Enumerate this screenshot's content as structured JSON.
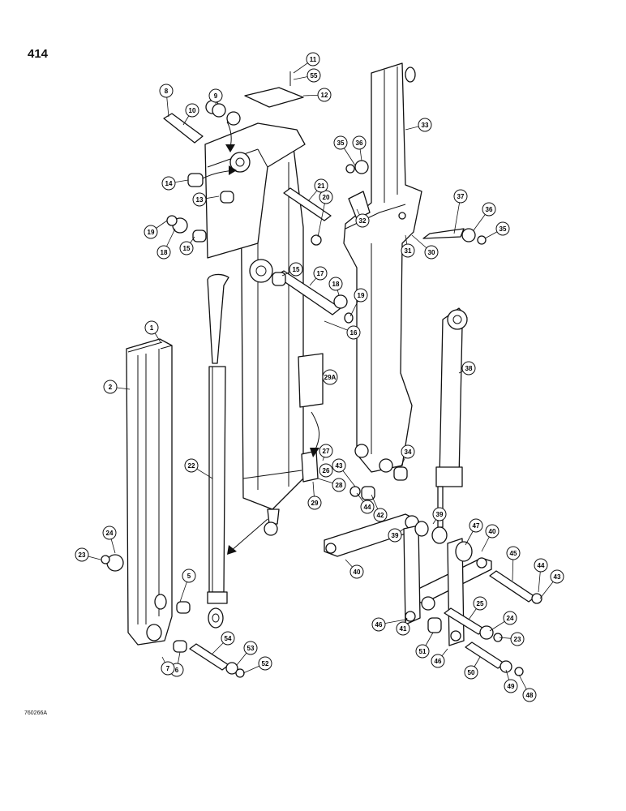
{
  "page_number": "414",
  "drawing_code": "760266A",
  "callouts": [
    {
      "label": "1"
    },
    {
      "label": "2"
    },
    {
      "label": "5"
    },
    {
      "label": "6"
    },
    {
      "label": "7"
    },
    {
      "label": "8"
    },
    {
      "label": "9"
    },
    {
      "label": "10"
    },
    {
      "label": "11"
    },
    {
      "label": "55"
    },
    {
      "label": "12"
    },
    {
      "label": "13"
    },
    {
      "label": "14"
    },
    {
      "label": "15"
    },
    {
      "label": "15"
    },
    {
      "label": "16"
    },
    {
      "label": "17"
    },
    {
      "label": "18"
    },
    {
      "label": "18"
    },
    {
      "label": "19"
    },
    {
      "label": "19"
    },
    {
      "label": "20"
    },
    {
      "label": "21"
    },
    {
      "label": "22"
    },
    {
      "label": "23"
    },
    {
      "label": "23"
    },
    {
      "label": "24"
    },
    {
      "label": "24"
    },
    {
      "label": "25"
    },
    {
      "label": "26"
    },
    {
      "label": "27"
    },
    {
      "label": "28"
    },
    {
      "label": "29"
    },
    {
      "label": "29A"
    },
    {
      "label": "30"
    },
    {
      "label": "31"
    },
    {
      "label": "32"
    },
    {
      "label": "33"
    },
    {
      "label": "34"
    },
    {
      "label": "35"
    },
    {
      "label": "35"
    },
    {
      "label": "36"
    },
    {
      "label": "36"
    },
    {
      "label": "37"
    },
    {
      "label": "38"
    },
    {
      "label": "39"
    },
    {
      "label": "39"
    },
    {
      "label": "40"
    },
    {
      "label": "40"
    },
    {
      "label": "41"
    },
    {
      "label": "42"
    },
    {
      "label": "43"
    },
    {
      "label": "43"
    },
    {
      "label": "44"
    },
    {
      "label": "44"
    },
    {
      "label": "45"
    },
    {
      "label": "46"
    },
    {
      "label": "46"
    },
    {
      "label": "47"
    },
    {
      "label": "48"
    },
    {
      "label": "49"
    },
    {
      "label": "50"
    },
    {
      "label": "51"
    },
    {
      "label": "52"
    },
    {
      "label": "53"
    },
    {
      "label": "54"
    }
  ]
}
